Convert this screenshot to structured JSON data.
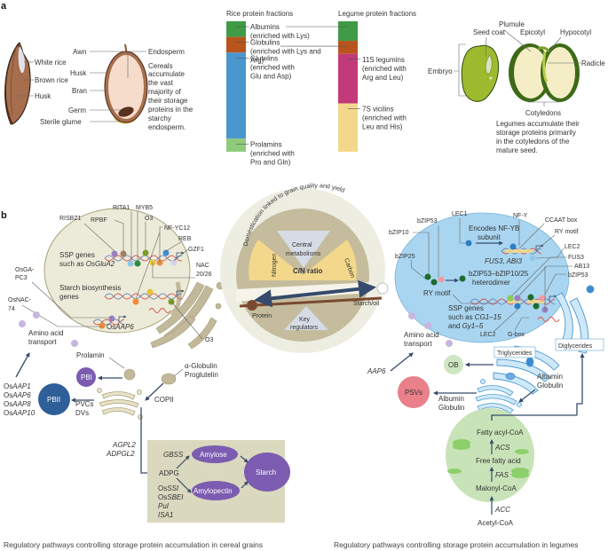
{
  "panel_a": {
    "label": "a",
    "rice_grain": {
      "labels": [
        "White rice",
        "Brown rice",
        "Husk"
      ]
    },
    "cereal_section": {
      "left_labels": [
        "Awn",
        "Husk",
        "Bran",
        "Germ",
        "Sterile glume"
      ],
      "right_label": "Endosperm",
      "description": [
        "Cereals",
        "accumulate",
        "the vast",
        "majority of",
        "their storage",
        "proteins in the",
        "starchy",
        "endosperm."
      ]
    },
    "rice_fractions": {
      "title": "Rice protein fractions",
      "segments": [
        {
          "name": "Albumins",
          "detail": [
            "(enriched with Lys)"
          ],
          "share": 0.12,
          "color": "#3f9b45"
        },
        {
          "name": "Globulins",
          "detail": [
            "(enriched with Lys and",
            "Arg)"
          ],
          "share": 0.12,
          "color": "#b8541c"
        },
        {
          "name": "Glutelins",
          "detail": [
            "(enriched with",
            "Glu and Asp)"
          ],
          "share": 0.66,
          "color": "#4a96cf"
        },
        {
          "name": "Prolamins",
          "detail": [
            "(enriched with",
            "Pro and Gln)"
          ],
          "share": 0.1,
          "color": "#8fcc7a"
        }
      ]
    },
    "legume_fractions": {
      "title": "Legume protein fractions",
      "segments": [
        {
          "name": "Albumins",
          "share": 0.15,
          "color": "#3f9b45"
        },
        {
          "name": "Globulins",
          "share": 0.1,
          "color": "#b8541c"
        },
        {
          "name": "11S legumins",
          "detail": [
            "(enriched with",
            "Arg and Leu)"
          ],
          "share": 0.38,
          "color": "#c23a7a"
        },
        {
          "name": "7S vicilins",
          "detail": [
            "(enriched with",
            "Leu and His)"
          ],
          "share": 0.37,
          "color": "#f3d88c"
        }
      ]
    },
    "legume_seed": {
      "labels": [
        "Seed coat",
        "Embryo",
        "Plumule",
        "Epicotyl",
        "Hypocotyl",
        "Radicle",
        "Cotyledons"
      ],
      "description": [
        "Legumes accumulate their",
        "storage proteins primarily",
        "in the cotyledons of the",
        "mature seed."
      ]
    }
  },
  "panel_b": {
    "label": "b",
    "cereal": {
      "tf_labels": [
        "RISBZ1",
        "RPBF",
        "RITA1",
        "MYB5",
        "O3",
        "NF-YC12",
        "REB",
        "GZF1",
        "NAC",
        "20/26"
      ],
      "ssp_genes": [
        "SSP genes",
        "such as "
      ],
      "ssp_gene_italic": "OsGluA2",
      "starch_genes": [
        "Starch biosynthesis",
        "genes"
      ],
      "osaap6_prefix": "Os",
      "osaap6_italic": "AAP6",
      "side_tfs": [
        "OsGA-",
        "PC3",
        "OsNAC-",
        "74"
      ],
      "o3_bottom": "O3",
      "amino_acid": [
        "Amino acid",
        "transport"
      ],
      "aap_list": [
        {
          "prefix": "Os",
          "gene": "AAP1"
        },
        {
          "prefix": "Os",
          "gene": "AAP6"
        },
        {
          "prefix": "Os",
          "gene": "AAP8"
        },
        {
          "prefix": "Os",
          "gene": "AAP10"
        }
      ],
      "prolamin": "Prolamin",
      "globulin": [
        "α-Globulin",
        "Proglutelin"
      ],
      "pbi": "PBI",
      "pbii": "PBII",
      "pvcs": [
        "PVCs",
        "DVs"
      ],
      "copii": "COPII",
      "agpl": [
        "AGPL2",
        "ADPGL2"
      ],
      "starch_box": {
        "gbss": "GBSS",
        "adpg": "ADPG",
        "amylose": "Amylose",
        "amylopectin": "Amylopectin",
        "starch": "Starch",
        "enzymes": [
          {
            "prefix": "Os",
            "gene": "SSI"
          },
          {
            "prefix": "Os",
            "gene": "SBEI"
          },
          {
            "prefix": "",
            "gene": "PuI"
          },
          {
            "prefix": "",
            "gene": "ISA1"
          }
        ]
      },
      "caption": "Regulatory pathways controlling storage protein accumulation in cereal grains"
    },
    "center": {
      "arc_text": "Domestication linked to grain quality and yield",
      "central": [
        "Central",
        "metabolisms"
      ],
      "nitrogen": "Nitrogen",
      "carbon": "Carbon",
      "ratio": "C/N ratio",
      "key": [
        "Key",
        "regulators"
      ],
      "protein": "Protein",
      "starch_oil": "Starch/oil"
    },
    "legume": {
      "top_labels": [
        "LEC1",
        "NF-Y",
        "CCAAT box",
        "RY motif",
        "LEC2",
        "FUS3",
        "AB13",
        "bZIP53"
      ],
      "left_labels": [
        "bZIP53",
        "bZIP10",
        "bZIP25"
      ],
      "encodes": [
        "Encodes NF-YB",
        "subunit"
      ],
      "fus3_abi3": "FUS3, ABI3",
      "heterodimer": [
        "bZIP53–bZIP10/25",
        "heterodimer"
      ],
      "ry_motif": "RY motif",
      "ssp_genes": [
        "SSP genes",
        "such as ",
        "CG1–15",
        "and ",
        "Gy1–5"
      ],
      "lec2_bottom": "LEC2",
      "gbox": "G-box",
      "amino_acid": [
        "Amino acid",
        "transport"
      ],
      "aap6": "AAP6",
      "ob": "OB",
      "psvs": "PSVs",
      "triglycerides": "Triglycerides",
      "diglycerides": "Diglycerides",
      "albumin_globulin": [
        "Albumin",
        "Globulin"
      ],
      "fatty": {
        "fatty_acyl": "Fatty acyl-CoA",
        "acs": "ACS",
        "free_fatty": "Free fatty acid",
        "fas": "FAS",
        "malonyl": "Malonyl-CoA",
        "acc": "ACC",
        "acetyl": "Acetyl-CoA"
      },
      "caption": "Regulatory pathways controlling storage protein accumulation in legumes"
    }
  },
  "colors": {
    "nucleus_cereal": "#ecebd9",
    "nucleus_legume": "#a9d5f0",
    "er": "#c2b99a",
    "purple": "#7c5cb0",
    "blue_dark": "#2f5f99",
    "arrow": "#364b6b",
    "psv": "#e9808a",
    "ob": "#cfe6c3",
    "plastid": "#c9e3b8",
    "starch_box": "#dad8be"
  }
}
